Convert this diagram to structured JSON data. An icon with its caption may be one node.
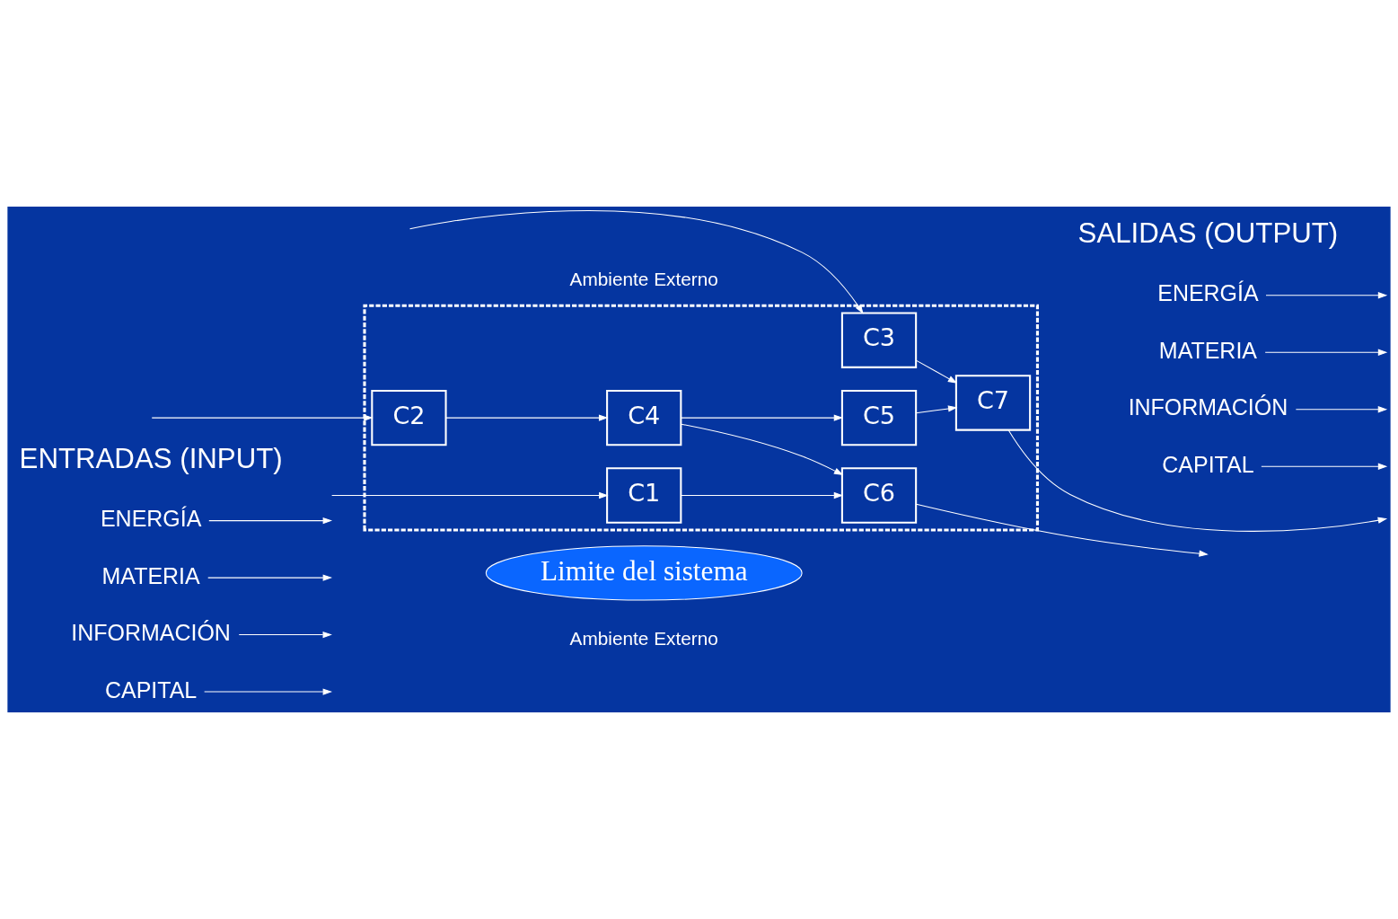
{
  "diagram": {
    "nodes": [
      {
        "text": [
          "Limite del sistema"
        ]
      },
      {
        "text": [
          "ENERGÍA"
        ]
      },
      {
        "text": [
          "MATERIA"
        ]
      },
      {
        "text": [
          "INFORMACIÓN"
        ]
      },
      {
        "text": [
          "CAPITAL"
        ]
      },
      {
        "text": [],
        "shape": "box"
      },
      {
        "text": [
          "C1"
        ],
        "in": 5
      },
      {
        "text": [
          "C2"
        ],
        "in": 5
      },
      {
        "text": [
          "C3"
        ],
        "in": 5
      },
      {
        "text": [
          "C4"
        ],
        "in": 5
      },
      {
        "text": [
          "C5"
        ],
        "in": 5
      },
      {
        "text": [
          "C6"
        ],
        "in": 5
      },
      {
        "text": [
          "C7"
        ],
        "in": 5
      },
      {
        "text": [
          "ENERGÍA"
        ]
      },
      {
        "text": [
          "MATERIA"
        ]
      },
      {
        "text": [
          "INFORMACIÓN"
        ]
      },
      {
        "text": [
          "CAPITAL"
        ]
      }
    ],
    "edges": [
      {
        "from": 1,
        "to": null,
        "arrow": "to"
      },
      {
        "from": 2,
        "to": null,
        "arrow": "to"
      },
      {
        "from": 3,
        "to": null,
        "arrow": "to"
      },
      {
        "from": 4,
        "to": null,
        "arrow": "to"
      },
      {
        "from": null,
        "to": 6,
        "arrow": "to"
      },
      {
        "from": null,
        "to": 7,
        "arrow": "to"
      },
      {
        "from": null,
        "to": 8,
        "arrow": "to"
      },
      {
        "from": 6,
        "to": 11,
        "arrow": "to"
      },
      {
        "from": 7,
        "to": 9,
        "arrow": "to"
      },
      {
        "from": 9,
        "to": 11,
        "arrow": "to"
      },
      {
        "from": 9,
        "to": 10,
        "arrow": "to"
      },
      {
        "from": 10,
        "to": 12,
        "arrow": "to"
      },
      {
        "from": 8,
        "to": 12,
        "arrow": "to"
      },
      {
        "from": 11,
        "to": null,
        "arrow": "to"
      },
      {
        "from": 12,
        "to": null,
        "arrow": "to"
      },
      {
        "from": 13,
        "to": null,
        "arrow": "to"
      },
      {
        "from": 14,
        "to": null,
        "arrow": "to"
      },
      {
        "from": 15,
        "to": null,
        "arrow": "to"
      },
      {
        "from": 16,
        "to": null,
        "arrow": "to"
      }
    ],
    "labels": [
      "ENTRADAS (INPUT)",
      "SALIDAS (OUTPUT)",
      "Ambiente Externo",
      "Ambiente Externo"
    ]
  }
}
